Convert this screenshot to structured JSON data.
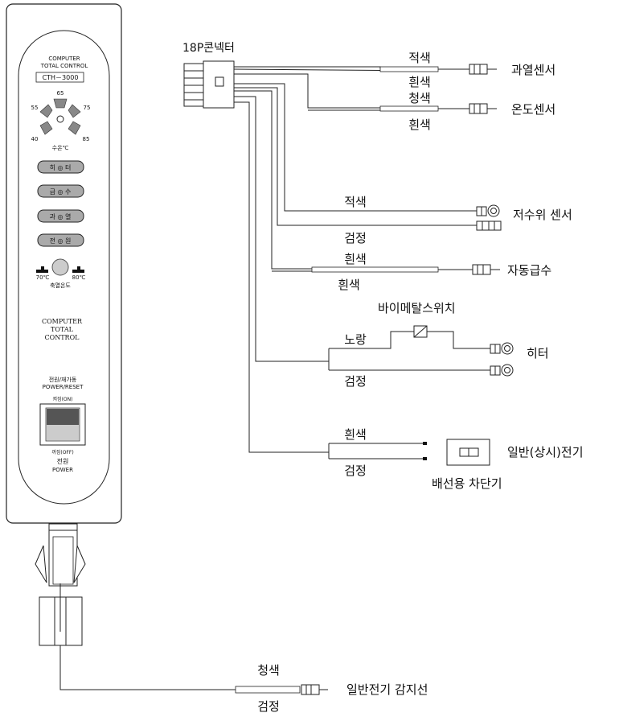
{
  "controller": {
    "header_line1": "COMPUTER",
    "header_line2": "TOTAL CONTROL",
    "model": "CTH－3000",
    "dial_labels": [
      "55",
      "65",
      "75",
      "40",
      "85"
    ],
    "dial_caption": "수온℃",
    "buttons": [
      "히 ◎ 터",
      "급 ◎ 수",
      "과 ◎ 열",
      "전 ◎ 원"
    ],
    "temp_low": "70℃",
    "temp_high": "80℃",
    "temp_caption": "축열온도",
    "brand_line1": "COMPUTER",
    "brand_line2": "TOTAL",
    "brand_line3": "CONTROL",
    "power_reset_ko": "전원/재가동",
    "power_reset_en": "POWER/RESET",
    "on_label": "켜짐(ON)",
    "off_label": "꺼짐(OFF)",
    "power_ko": "전원",
    "power_en": "POWER"
  },
  "connector_label": "18P콘넥터",
  "wires": {
    "overheat_top": "적색",
    "overheat_bottom": "흰색",
    "overheat_sensor": "과열센서",
    "temp_top": "청색",
    "temp_bottom": "흰색",
    "temp_sensor": "온도센서",
    "low_water_top": "적색",
    "low_water_bottom": "검정",
    "low_water_sensor": "저수위 센서",
    "autofill_top": "흰색",
    "autofill_bottom": "흰색",
    "autofill": "자동급수",
    "bimetal": "바이메탈스위치",
    "heater_top": "노랑",
    "heater_bottom": "검정",
    "heater": "히터",
    "breaker_top": "흰색",
    "breaker_bottom": "검정",
    "general_power": "일반(상시)전기",
    "breaker": "배선용 차단기",
    "detect_top": "청색",
    "detect_bottom": "검정",
    "detect": "일반전기 감지선"
  }
}
